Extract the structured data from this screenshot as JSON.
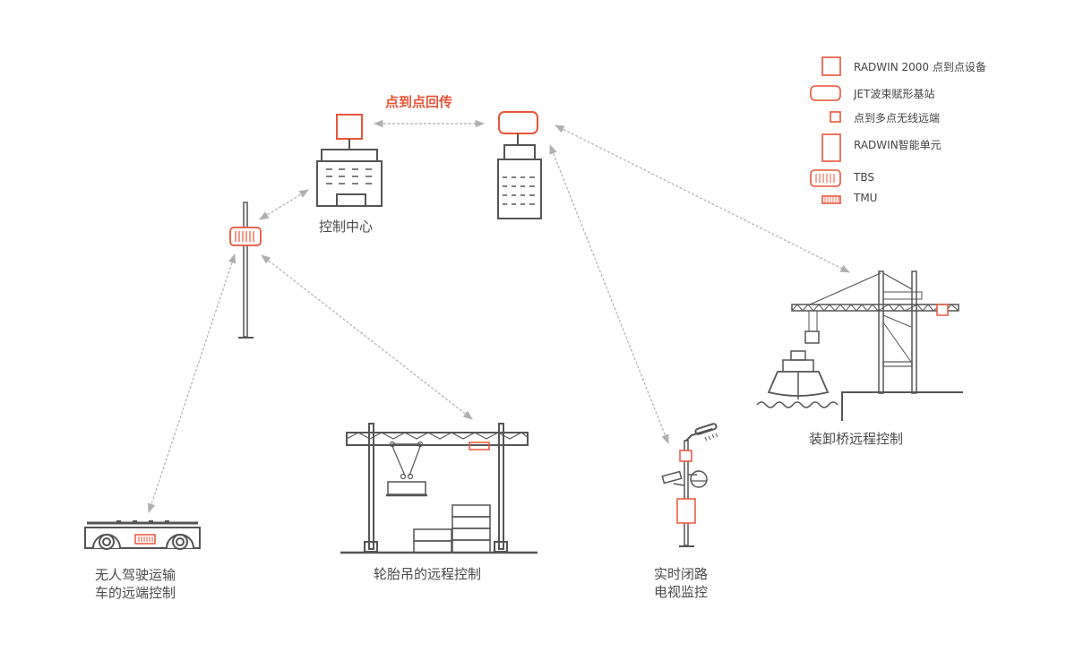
{
  "colors": {
    "accent": "#e8553a",
    "line": "#555555",
    "arrow": "#b0b0b0"
  },
  "backhaul_label": "点到点回传",
  "nodes": {
    "control_center": "控制中心",
    "agv": "无人驾驶运输\n车的远端控制",
    "rtg": "轮胎吊的远程控制",
    "cctv": "实时闭路\n电视监控",
    "sts": "装卸桥远程控制"
  },
  "legend": [
    {
      "icon": "square-device-icon",
      "label": "RADWIN 2000 点到点设备"
    },
    {
      "icon": "rounded-base-station-icon",
      "label": "JET波束赋形基站"
    },
    {
      "icon": "small-square-terminal-icon",
      "label": "点到多点无线远端"
    },
    {
      "icon": "tall-rect-unit-icon",
      "label": "RADWIN智能单元"
    },
    {
      "icon": "tbs-icon",
      "label": "TBS"
    },
    {
      "icon": "tmu-icon",
      "label": "TMU"
    }
  ]
}
